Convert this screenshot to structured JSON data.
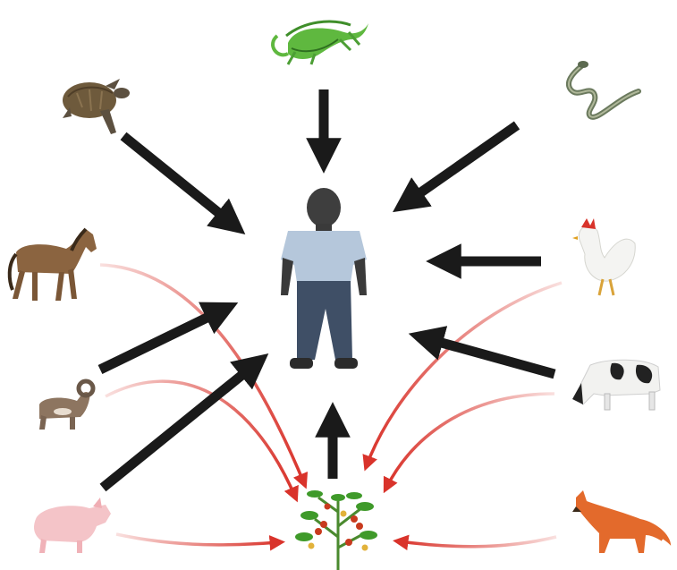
{
  "diagram": {
    "center": {
      "icon": "human-icon"
    },
    "sources": [
      {
        "id": "lizard",
        "icon": "lizard-icon"
      },
      {
        "id": "turtle",
        "icon": "turtle-icon"
      },
      {
        "id": "snake",
        "icon": "snake-icon"
      },
      {
        "id": "horse",
        "icon": "horse-icon"
      },
      {
        "id": "chicken",
        "icon": "chicken-icon"
      },
      {
        "id": "sheep",
        "icon": "bighorn-sheep-icon"
      },
      {
        "id": "cow",
        "icon": "cow-icon"
      },
      {
        "id": "pig",
        "icon": "pig-icon"
      },
      {
        "id": "fox",
        "icon": "fox-icon"
      }
    ],
    "intermediate": {
      "icon": "tomato-plant-icon"
    },
    "colors": {
      "direct_transmission": "#1a1a1a",
      "via_plant": "#d9332b",
      "background": "#ffffff"
    }
  }
}
